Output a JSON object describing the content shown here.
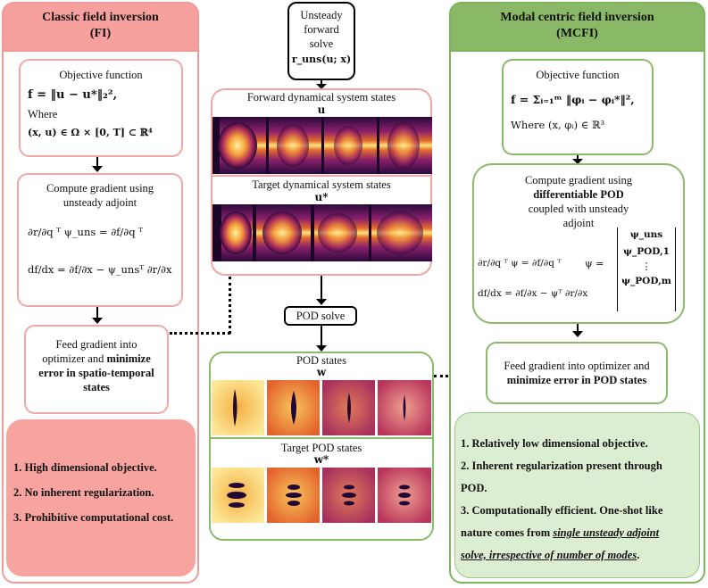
{
  "left": {
    "title_line1": "Classic field inversion",
    "title_line2": "(FI)",
    "objective": {
      "title": "Objective function",
      "eq": "f = ‖u − u*‖₂²,",
      "where": "Where",
      "domain": "(x, u) ∈ Ω × [0, T] ⊂ ℝ⁴"
    },
    "gradient": {
      "line1": "Compute gradient using",
      "line2": "unsteady adjoint",
      "eq1": "∂r/∂q ᵀ ψ_uns = ∂f/∂q ᵀ",
      "eq2": "df/dx = ∂f/∂x − ψ_unsᵀ ∂r/∂x"
    },
    "feed": {
      "line1": "Feed gradient into",
      "line2a": "optimizer and ",
      "line2b": "minimize",
      "line3": "error in spatio-temporal",
      "line4": "states"
    },
    "list": [
      "1. High dimensional objective.",
      "2. No inherent regularization.",
      "3. Prohibitive computational cost."
    ]
  },
  "center": {
    "solve_line1": "Unsteady",
    "solve_line2": "forward",
    "solve_line3": "solve",
    "solve_eq": "r_uns(u; x)",
    "fwd_title": "Forward dynamical system states",
    "fwd_sym": "u",
    "tgt_title": "Target dynamical system states",
    "tgt_sym": "u*",
    "pod_solve": "POD solve",
    "pod_title": "POD states",
    "pod_sym": "w",
    "tpod_title": "Target POD states",
    "tpod_sym": "w*"
  },
  "right": {
    "title_line1": "Modal centric field inversion",
    "title_line2": "(MCFI)",
    "objective": {
      "title": "Objective function",
      "eq": "f = Σᵢ₌₁ᵐ ‖φᵢ − φᵢ*‖²,",
      "where": "Where  (x, φᵢ) ∈ ℝ³"
    },
    "gradient": {
      "line1": "Compute gradient using",
      "line2": "differentiable POD",
      "line3": "coupled with unsteady",
      "line4": "adjoint",
      "eq1": "∂r/∂q ᵀ ψ = ∂f/∂q ᵀ",
      "eq2": "df/dx = ∂f/∂x − ψᵀ ∂r/∂x",
      "vec_lhs": "ψ =",
      "vec": [
        "ψ_uns",
        "ψ_POD,1",
        "⋮",
        "ψ_POD,m"
      ]
    },
    "feed": {
      "line1": "Feed gradient into optimizer and",
      "line2": "minimize error in POD states"
    },
    "list": [
      "1. Relatively low dimensional objective.",
      "2. Inherent regularization present through",
      "POD.",
      "3. Computationally efficient. One-shot like",
      "nature comes from ",
      "single unsteady adjoint",
      "solve, irrespective of number of modes",
      "."
    ]
  },
  "colors": {
    "red_head": "#f7a19e",
    "red_border": "#f19a98",
    "green_head": "#89b966",
    "green_border": "#7fb55c",
    "green_fill": "#dbeed2"
  }
}
